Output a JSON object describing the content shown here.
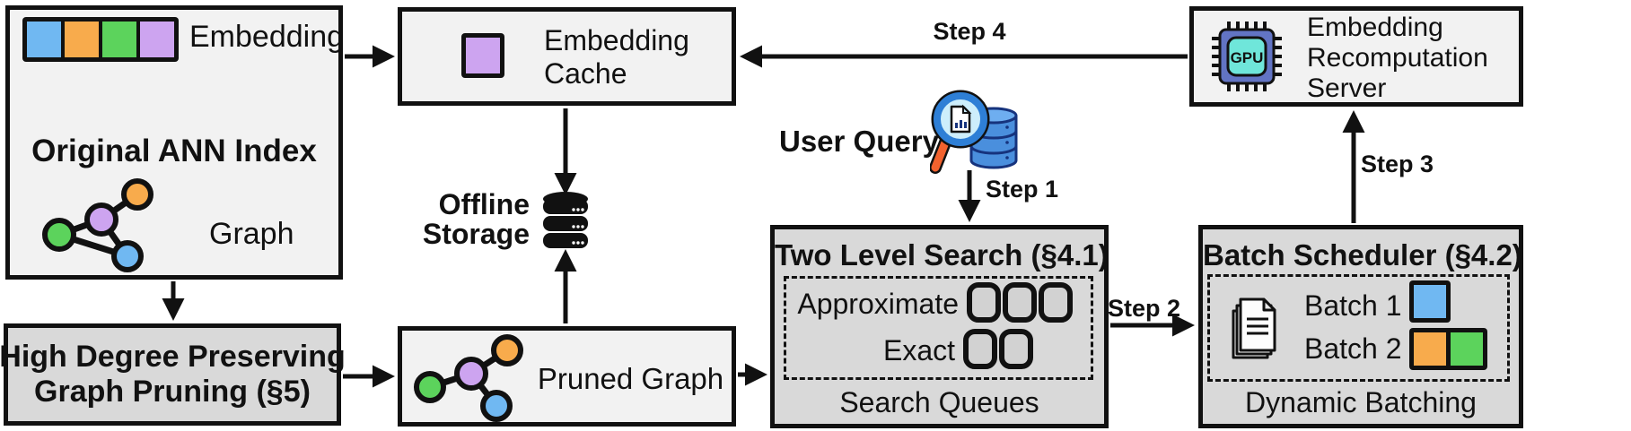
{
  "palette": {
    "box_light": "#f2f2f2",
    "box_dark": "#d9d9d9",
    "line_black": "#111111",
    "node_blue": "#70b8f2",
    "node_orange": "#f8ab4c",
    "node_green": "#5cd35c",
    "node_purple": "#cda4f0",
    "queue_square_fill": "#d2d2d2",
    "gpu_chip_body": "#6274c4",
    "gpu_chip_core": "#6fe6da",
    "query_handle_orange": "#f2622e",
    "query_glass_rim_blue": "#2e7fd6",
    "query_lens_fill": "#cdeefb",
    "query_db_blue": "#4a8fdd"
  },
  "original_ann_index": {
    "title": "Original ANN Index",
    "embedding_label": "Embedding",
    "graph_label": "Graph"
  },
  "high_degree_pruning": {
    "line1": "High Degree Preserving",
    "line2": "Graph Pruning (§5)"
  },
  "embedding_cache": {
    "line1": "Embedding",
    "line2": "Cache"
  },
  "offline_storage": {
    "line1": "Offline",
    "line2": "Storage"
  },
  "pruned_graph": {
    "label": "Pruned Graph"
  },
  "user_query": {
    "label": "User Query"
  },
  "steps": {
    "step1": "Step 1",
    "step2": "Step 2",
    "step3": "Step 3",
    "step4": "Step 4"
  },
  "two_level_search": {
    "title": "Two Level Search (§4.1)",
    "approximate_label": "Approximate",
    "exact_label": "Exact",
    "caption": "Search Queues"
  },
  "batch_scheduler": {
    "title": "Batch Scheduler (§4.2)",
    "batch1_label": "Batch 1",
    "batch2_label": "Batch 2",
    "caption": "Dynamic Batching"
  },
  "recomputation_server": {
    "line1": "Embedding",
    "line2": "Recomputation",
    "line3": "Server",
    "chip_label": "GPU"
  }
}
